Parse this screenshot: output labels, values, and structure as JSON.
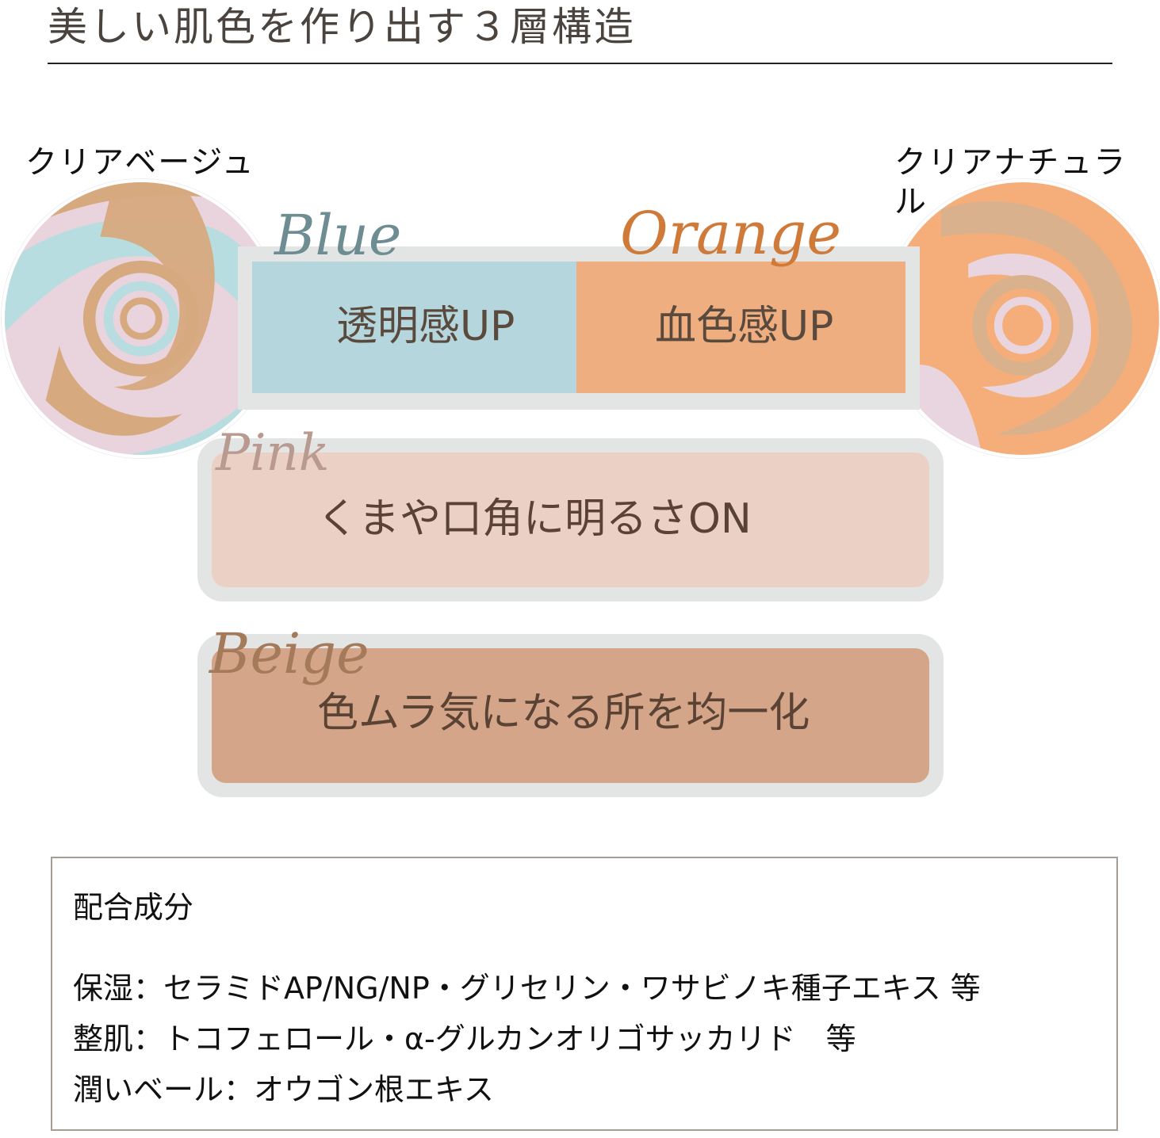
{
  "header": {
    "title": "美しい肌色を作り出す３層構造"
  },
  "swatches": {
    "left": {
      "label": "クリアベージュ",
      "colors": [
        "#b7dde0",
        "#e9d3dc",
        "#d7a97f"
      ]
    },
    "right": {
      "label": "クリアナチュラル",
      "colors": [
        "#f5ae79",
        "#e8d5df",
        "#d9b18d"
      ]
    }
  },
  "layers": {
    "blue": {
      "script": "Blue",
      "text": "透明感UP",
      "color": "#b5d6dc"
    },
    "orange": {
      "script": "Orange",
      "text": "血色感UP",
      "color": "#efae80"
    },
    "pink": {
      "script": "Pink",
      "text": "くまや口角に明るさON",
      "color": "#ebd0c6"
    },
    "beige": {
      "script": "Beige",
      "text": "色ムラ気になる所を均一化",
      "color": "#d4a589"
    }
  },
  "ingredients": {
    "heading": "配合成分",
    "lines": [
      "保湿：セラミドAP/NG/NP・グリセリン・ワサビノキ種子エキス 等",
      "整肌：トコフェロール・α-グルカンオリゴサッカリド　等",
      "潤いベール：オウゴン根エキス"
    ]
  }
}
